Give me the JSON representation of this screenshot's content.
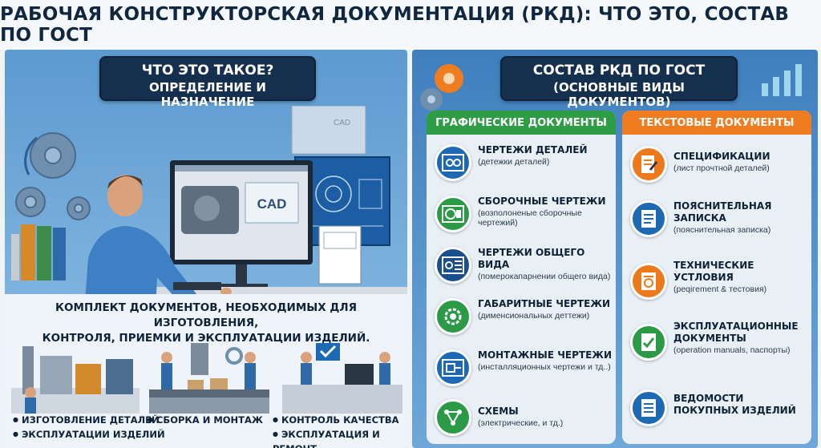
{
  "page_title": "РАБОЧАЯ КОНСТРУКТОРСКАЯ ДОКУМЕНТАЦИЯ (РКД): ЧТО ЭТО, СОСТАВ ПО ГОСТ",
  "left": {
    "heading_line1": "ЧТО ЭТО ТАКОЕ?",
    "heading_line2": "ОПРЕДЕЛЕНИЕ И НАЗНАЧЕНИЕ",
    "monitor_label": "CAD",
    "side_label": "CAD",
    "summary_line1": "КОМПЛЕКТ ДОКУМЕНТОВ, НЕОБХОДИМЫХ ДЛЯ ИЗГОТОВЛЕНИЯ,",
    "summary_line2": "КОНТРОЛЯ, ПРИЕМКИ И ЭКСПЛУАТАЦИИ ИЗДЕЛИЙ.",
    "captions": [
      [
        "ИЗГОТОВЛЕНИЕ ДЕТАЛЕЙ",
        "ЭКСПЛУАТАЦИИ ИЗДЕЛИЙ"
      ],
      [
        "СБОРКА И МОНТАЖ"
      ],
      [
        "КОНТРОЛЬ КАЧЕСТВА",
        "ЭКСПЛУАТАЦИЯ И РЕМОНТ"
      ]
    ]
  },
  "right": {
    "heading_line1": "СОСТАВ РКД ПО ГОСТ",
    "heading_line2": "(ОСНОВНЫЕ ВИДЫ ДОКУМЕНТОВ)",
    "graphic": {
      "header": "ГРАФИЧЕСКИЕ ДОКУМЕНТЫ",
      "items": [
        {
          "title": "ЧЕРТЕЖИ ДЕТАЛЕЙ",
          "sub": "(детежки деталей)",
          "icon": "part-drawing-icon"
        },
        {
          "title": "СБОРОЧНЫЕ ЧЕРТЕЖИ",
          "sub": "(возполоненые сборочные чертежий)",
          "icon": "assembly-drawing-icon"
        },
        {
          "title": "ЧЕРТЕЖИ ОБЩЕГО ВИДА",
          "sub": "(померокапарнении общего вида)",
          "icon": "general-view-icon"
        },
        {
          "title": "ГАБАРИТНЫЕ ЧЕРТЕЖИ",
          "sub": "(дименсиональных деттежи)",
          "icon": "dimension-drawing-icon"
        },
        {
          "title": "МОНТАЖНЫЕ ЧЕРТЕЖИ",
          "sub": "(инсталляционных чертежи и тд..)",
          "icon": "installation-drawing-icon"
        },
        {
          "title": "СХЕМЫ",
          "sub": "(электрические, и тд.)",
          "icon": "schema-icon"
        }
      ]
    },
    "text_docs": {
      "header": "ТЕКСТОВЫЕ ДОКУМЕНТЫ",
      "items": [
        {
          "title": "СПЕЦИФИКАЦИИ",
          "sub": "(лист прочтной деталей)",
          "icon": "specification-icon"
        },
        {
          "title": "ПОЯСНИТЕЛЬНАЯ ЗАПИСКА",
          "sub": "(пояснительная записка)",
          "icon": "explanatory-note-icon"
        },
        {
          "title": "ТЕХНИЧЕСКИЕ УСТЛОВИЯ",
          "sub": "(реqiгement & тестовия)",
          "icon": "technical-conditions-icon"
        },
        {
          "title": "ЭКСПЛУАТАЦИОННЫЕ ДОКУМЕНТЫ",
          "sub": "(operation manuals, паспорты)",
          "icon": "operation-docs-icon"
        },
        {
          "title": "ВЕДОМОСТИ ПОКУПНЫХ ИЗДЕЛИЙ",
          "sub": "",
          "icon": "purchased-items-icon"
        }
      ]
    }
  },
  "colors": {
    "title_text": "#11263f",
    "badge_bg": "#15304f",
    "graphic_header": "#2f9d46",
    "text_header": "#ef7d1f",
    "left_panel": "#5d9ad0",
    "right_panel": "#3f7fbe"
  }
}
